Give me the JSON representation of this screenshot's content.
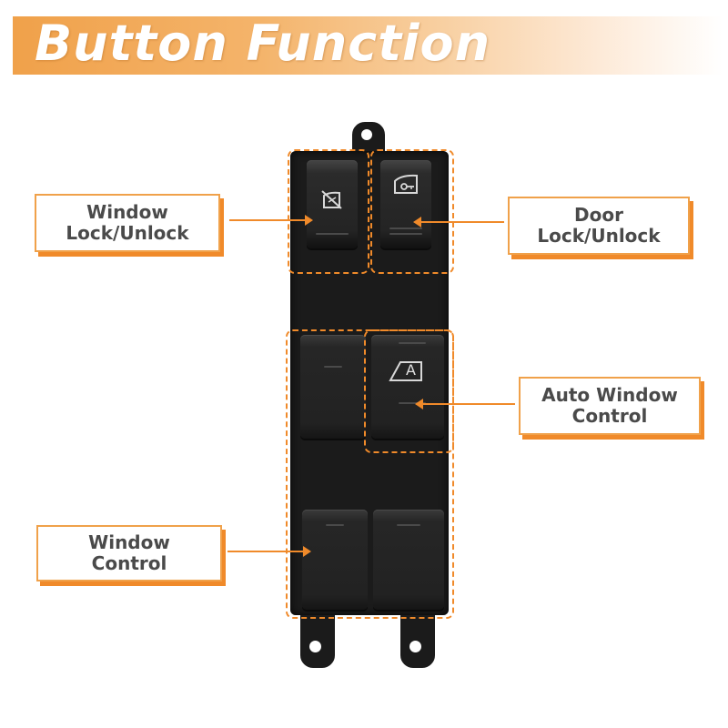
{
  "header": {
    "title": "Button Function"
  },
  "labels": {
    "window_lock": {
      "line1": "Window",
      "line2": "Lock/Unlock"
    },
    "door_lock": {
      "line1": "Door",
      "line2": "Lock/Unlock"
    },
    "auto_window": {
      "line1": "Auto Window",
      "line2": "Control"
    },
    "window_control": {
      "line1": "Window",
      "line2": "Control"
    }
  },
  "icons": {
    "window_lock": "window-lock-icon",
    "door_lock": "door-lock-icon",
    "auto_window": "auto-window-icon"
  },
  "auto_icon_letter": "A",
  "colors": {
    "accent": "#f08a2a",
    "banner": "#f0a14a",
    "switch": "#1b1b1b",
    "label_text": "#4a4a4a"
  }
}
